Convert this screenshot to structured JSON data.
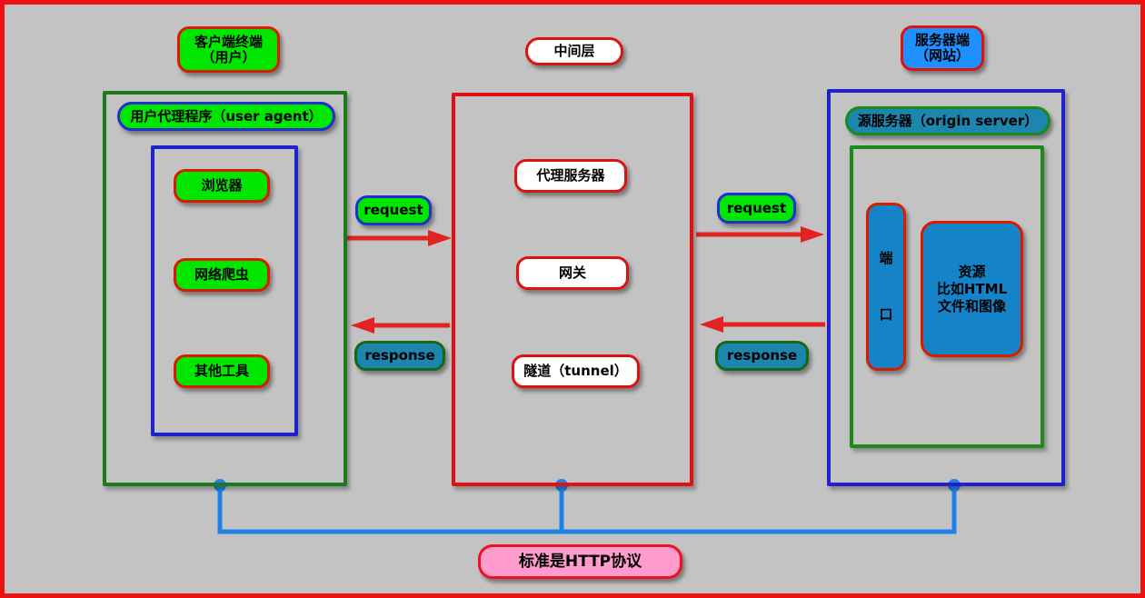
{
  "titles": {
    "client": {
      "line1": "客户端终端",
      "line2": "（用户）"
    },
    "middle": "中间层",
    "server": {
      "line1": "服务器端",
      "line2": "（网站）"
    }
  },
  "client_group": {
    "label": "用户代理程序（user agent）",
    "items": [
      "浏览器",
      "网络爬虫",
      "其他工具"
    ]
  },
  "middle_group": {
    "items": [
      "代理服务器",
      "网关",
      "隧道（tunnel）"
    ]
  },
  "server_group": {
    "label": "源服务器（origin server）",
    "port": {
      "char1": "端",
      "char2": "口"
    },
    "resource": {
      "line1": "资源",
      "line2": "比如HTML",
      "line3": "文件和图像"
    }
  },
  "arrows": {
    "request_label": "request",
    "response_label": "response"
  },
  "footer": {
    "label": "标准是HTTP协议"
  },
  "colors": {
    "background": "#c3c3c3",
    "outer_border_red": "#ee1111",
    "bright_green": "#00e600",
    "item_border_red": "#d81c00",
    "group_border_green": "#1b7a1b",
    "group_border_blue": "#2020cc",
    "teal_blue": "#1c86ae",
    "medium_blue": "#1583c8",
    "dodger_blue": "#1e90ff",
    "pink": "#ff9ccc",
    "arrow_red": "#e32222",
    "connector_blue": "#1e82e8"
  }
}
